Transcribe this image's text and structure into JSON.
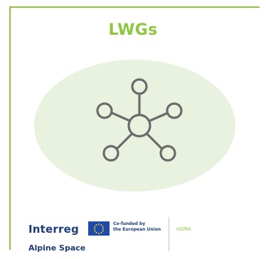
{
  "title": "LWGs",
  "colors": {
    "accent_green": "#8dc63f",
    "ellipse_fill": "#e9f1df",
    "icon_stroke": "#6b6b6b",
    "brand_blue": "#1c3b7a",
    "eu_blue": "#1f4aa8",
    "eu_star": "#ffd617"
  },
  "icon": "network-nodes-icon",
  "footer": {
    "program_name": "Interreg",
    "program_region": "Alpine Space",
    "cofunded_line1": "Co-funded by",
    "cofunded_line2": "the European Union",
    "project_name": "H2MA"
  }
}
